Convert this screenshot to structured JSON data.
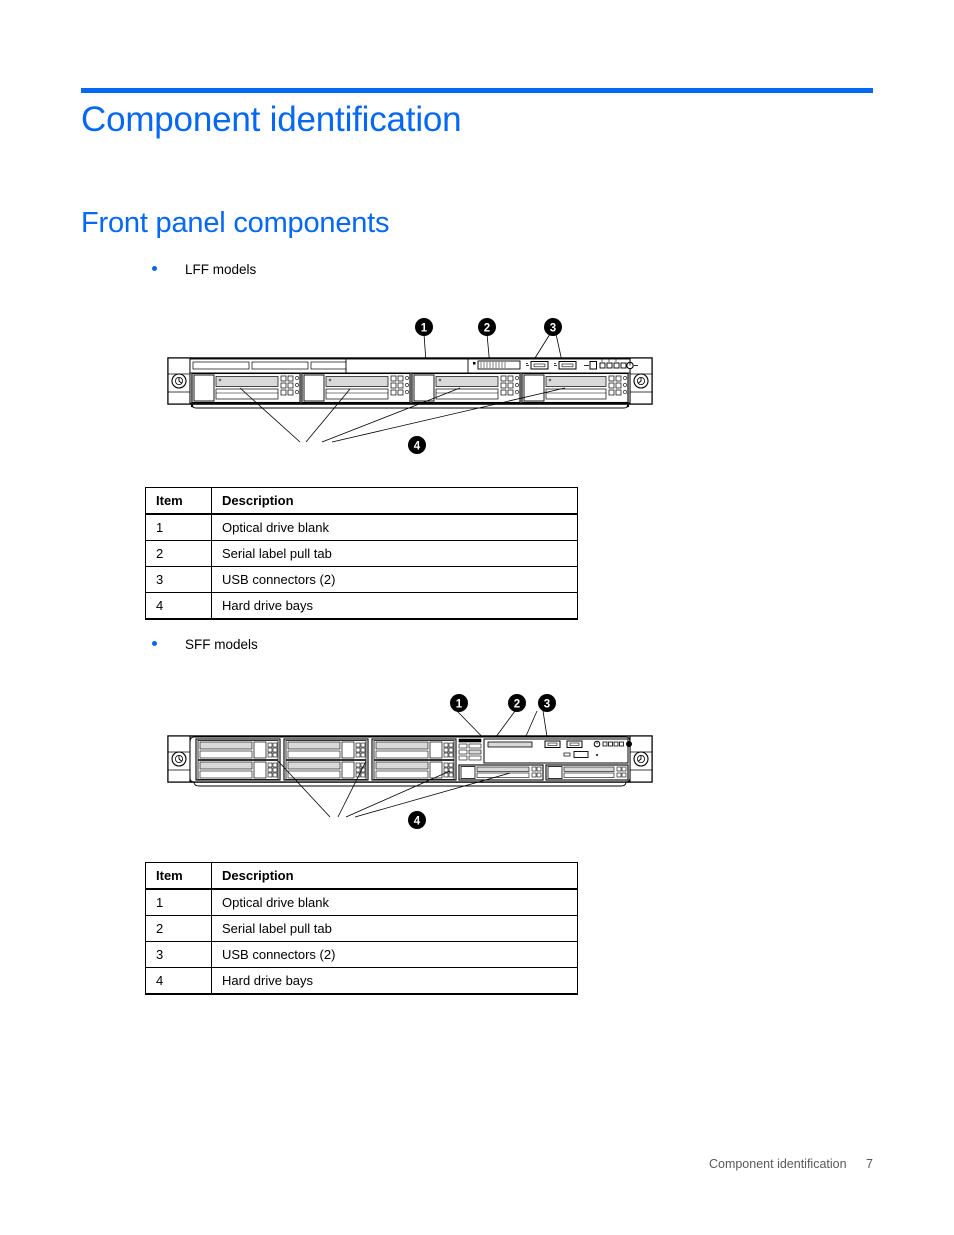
{
  "document": {
    "heading_1": "Component identification",
    "heading_2": "Front panel components",
    "accent_color": "#0568f4",
    "rule_color": "#0568f4"
  },
  "sections": [
    {
      "bullet_label": "LFF models",
      "figure": {
        "name": "lff-front-panel-diagram",
        "alt": "LFF server front panel line drawing",
        "callouts": [
          {
            "number": "1",
            "target": "optical drive blank"
          },
          {
            "number": "2",
            "target": "serial label pull tab"
          },
          {
            "number": "3",
            "target": "USB connectors"
          },
          {
            "number": "4",
            "target": "hard drive bays"
          }
        ]
      },
      "table": {
        "headers": [
          "Item",
          "Description"
        ],
        "rows": [
          [
            "1",
            "Optical drive blank"
          ],
          [
            "2",
            "Serial label pull tab"
          ],
          [
            "3",
            "USB connectors (2)"
          ],
          [
            "4",
            "Hard drive bays"
          ]
        ]
      }
    },
    {
      "bullet_label": "SFF models",
      "figure": {
        "name": "sff-front-panel-diagram",
        "alt": "SFF server front panel line drawing",
        "callouts": [
          {
            "number": "1",
            "target": "optical drive blank"
          },
          {
            "number": "2",
            "target": "serial label pull tab"
          },
          {
            "number": "3",
            "target": "USB connectors"
          },
          {
            "number": "4",
            "target": "hard drive bays"
          }
        ]
      },
      "table": {
        "headers": [
          "Item",
          "Description"
        ],
        "rows": [
          [
            "1",
            "Optical drive blank"
          ],
          [
            "2",
            "Serial label pull tab"
          ],
          [
            "3",
            "USB connectors (2)"
          ],
          [
            "4",
            "Hard drive bays"
          ]
        ]
      }
    }
  ],
  "footer": {
    "chapter": "Component identification",
    "page_number": "7"
  }
}
